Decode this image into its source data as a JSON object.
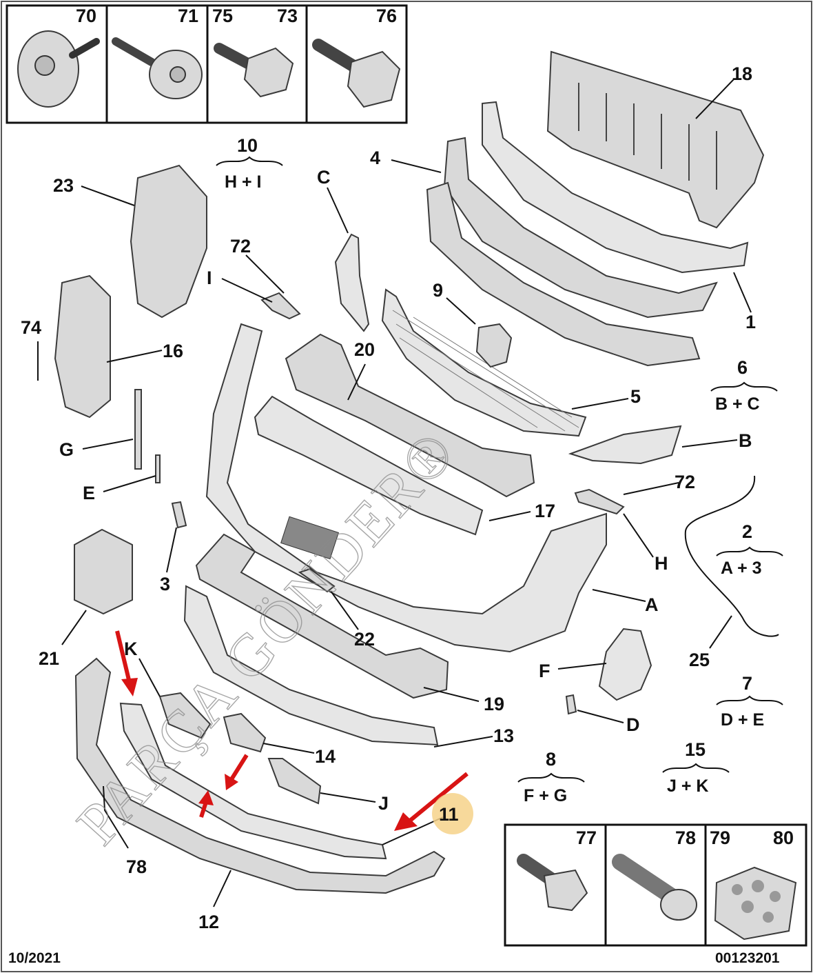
{
  "fastener_box_top": {
    "labels": [
      "70",
      "71",
      "75",
      "73",
      "76"
    ]
  },
  "fastener_box_bottom": {
    "labels": [
      "77",
      "78",
      "79",
      "80"
    ]
  },
  "callouts": {
    "p1": "1",
    "p2": "2",
    "p3": "3",
    "p4": "4",
    "p5": "5",
    "p6": "6",
    "p7": "7",
    "p8": "8",
    "p9": "9",
    "p10": "10",
    "p11": "11",
    "p12": "12",
    "p13": "13",
    "p14": "14",
    "p15": "15",
    "p16": "16",
    "p17": "17",
    "p18": "18",
    "p19": "19",
    "p20": "20",
    "p21": "21",
    "p22": "22",
    "p23": "23",
    "p25": "25",
    "p72a": "72",
    "p72b": "72",
    "p74": "74",
    "p78": "78",
    "A": "A",
    "B": "B",
    "C": "C",
    "D": "D",
    "E": "E",
    "F": "F",
    "G": "G",
    "H": "H",
    "I": "I",
    "J": "J",
    "K": "K"
  },
  "groups": {
    "g10": "H + I",
    "g6": "B + C",
    "g2": "A + 3",
    "g7": "D + E",
    "g8": "F + G",
    "g15": "J + K"
  },
  "watermark": "PARÇA GÖNDER®",
  "footer": {
    "date": "10/2021",
    "code": "00123201"
  },
  "colors": {
    "arrow": "#d81414",
    "highlight": "#f6d28a"
  }
}
